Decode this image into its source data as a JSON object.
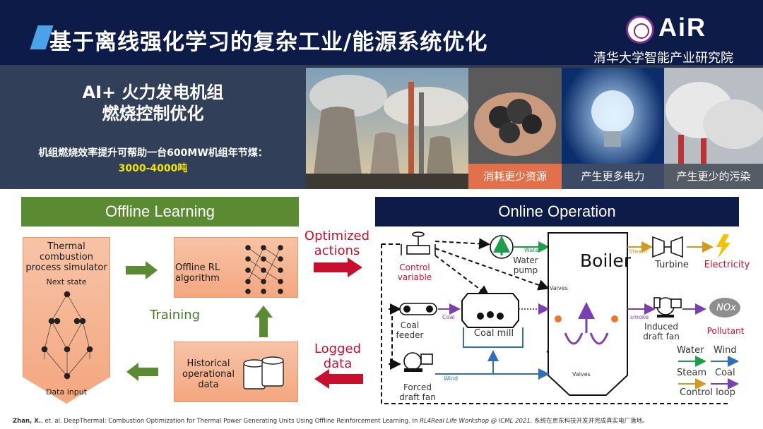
{
  "header": {
    "title": "基于离线强化学习的复杂工业/能源系统优化",
    "logo_text": "AiR",
    "logo_sub": "清华大学智能产业研究院"
  },
  "intro": {
    "title_line1": "AI+ 火力发电机组",
    "title_line2": "燃烧控制优化",
    "saving_text": "机组燃烧效率提升可帮助一台600MW机组年节煤：",
    "saving_value": "3000-4000吨"
  },
  "photos": [
    {
      "caption": "消耗更少资源"
    },
    {
      "caption": "产生更多电力"
    },
    {
      "caption": "产生更少的污染"
    }
  ],
  "offline": {
    "header": "Offline Learning",
    "simulator_label": "Thermal combustion process simulator",
    "next_state": "Next state",
    "data_input": "Data input",
    "rl_label": "Offline RL algorithm",
    "training": "Training",
    "historical_label": "Historical operational data"
  },
  "middle": {
    "optimized": "Optimized actions",
    "logged": "Logged data"
  },
  "online": {
    "header": "Online Operation",
    "boiler": "Boiler",
    "turbine": "Turbine",
    "electricity": "Electricity",
    "control_variable": "Control variable",
    "water_pump": "Water pump",
    "coal_feeder": "Coal feeder",
    "coal_mill": "Coal mill",
    "forced_fan": "Forced draft fan",
    "induced_fan": "Induced draft fan",
    "pollutant": "Pollutant",
    "nox": "NOx",
    "valves_top": "Valves",
    "valves_bottom": "Valves",
    "flow_water": "Water",
    "flow_coal": "Coal",
    "flow_wind": "Wind",
    "flow_smoke": "smoke",
    "flow_steam": "Steam"
  },
  "legend": {
    "water": "Water",
    "wind": "Wind",
    "steam": "Steam",
    "coal": "Coal",
    "control_loop": "Control loop"
  },
  "colors": {
    "green_header": "#5a8a32",
    "navy_header": "#0d1b48",
    "red_arrow": "#c8102e",
    "water": "#1e9e4a",
    "wind": "#2f6fb7",
    "steam": "#d49a1e",
    "coal": "#7a3fb0"
  },
  "reference": {
    "author": "Zhan, X.",
    "text": ", et. al. DeepThermal: Combustion Optimization for Thermal Power Generating Units Using Offline Reinforcement Learning. In ",
    "venue": "RL4Real Life Workshop @ ICML 2021",
    "tail": ". 系统在京东科技开发并完成真实电厂落地。"
  }
}
